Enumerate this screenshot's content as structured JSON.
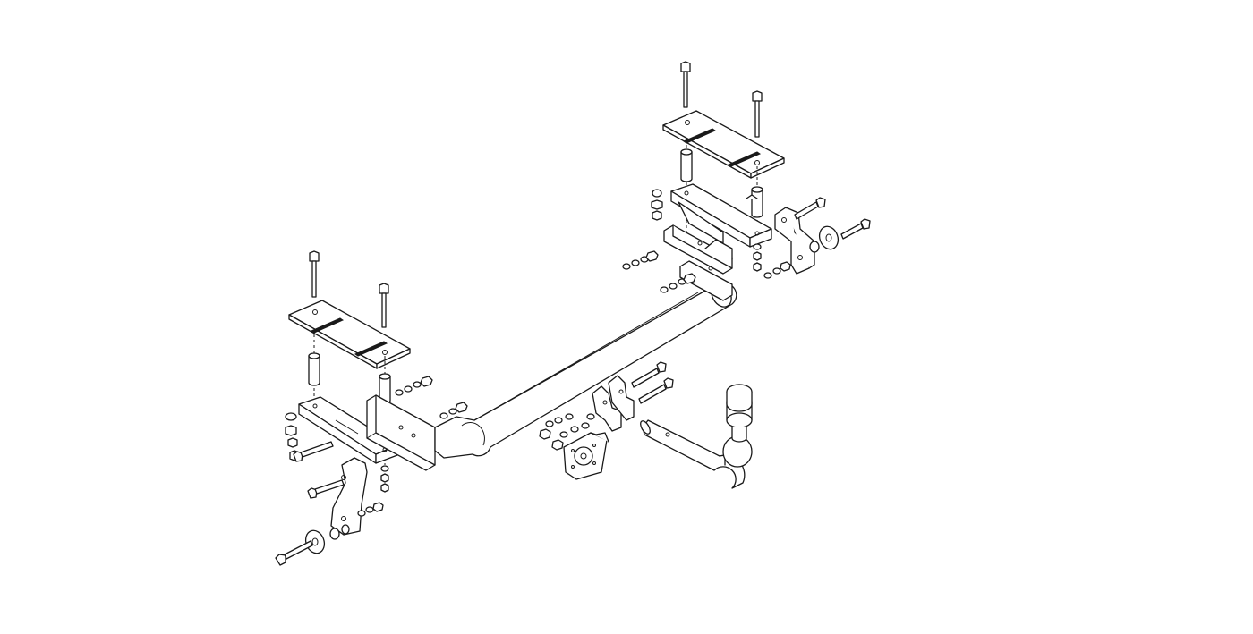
{
  "diagram": {
    "type": "exploded-assembly-line-drawing",
    "colors": {
      "line": "#1a1a1a",
      "background": "#ffffff"
    },
    "parts": [
      "left-bolt-pair",
      "left-mounting-plate",
      "left-spacer-tubes",
      "left-side-bracket",
      "left-side-bolt",
      "left-large-washer",
      "left-stabilizer-bracket",
      "left-washer-nut-stack",
      "right-bolt-pair",
      "right-mounting-plate",
      "right-spacer-tubes",
      "right-side-bracket",
      "right-stabilizer-bracket",
      "right-large-washer",
      "right-side-bolts",
      "right-washer-nut-stack",
      "crossbar-tube",
      "center-socket-plate",
      "center-washer-nut-stack",
      "center-bolts",
      "tow-ball-neck",
      "tow-ball-cap"
    ]
  }
}
